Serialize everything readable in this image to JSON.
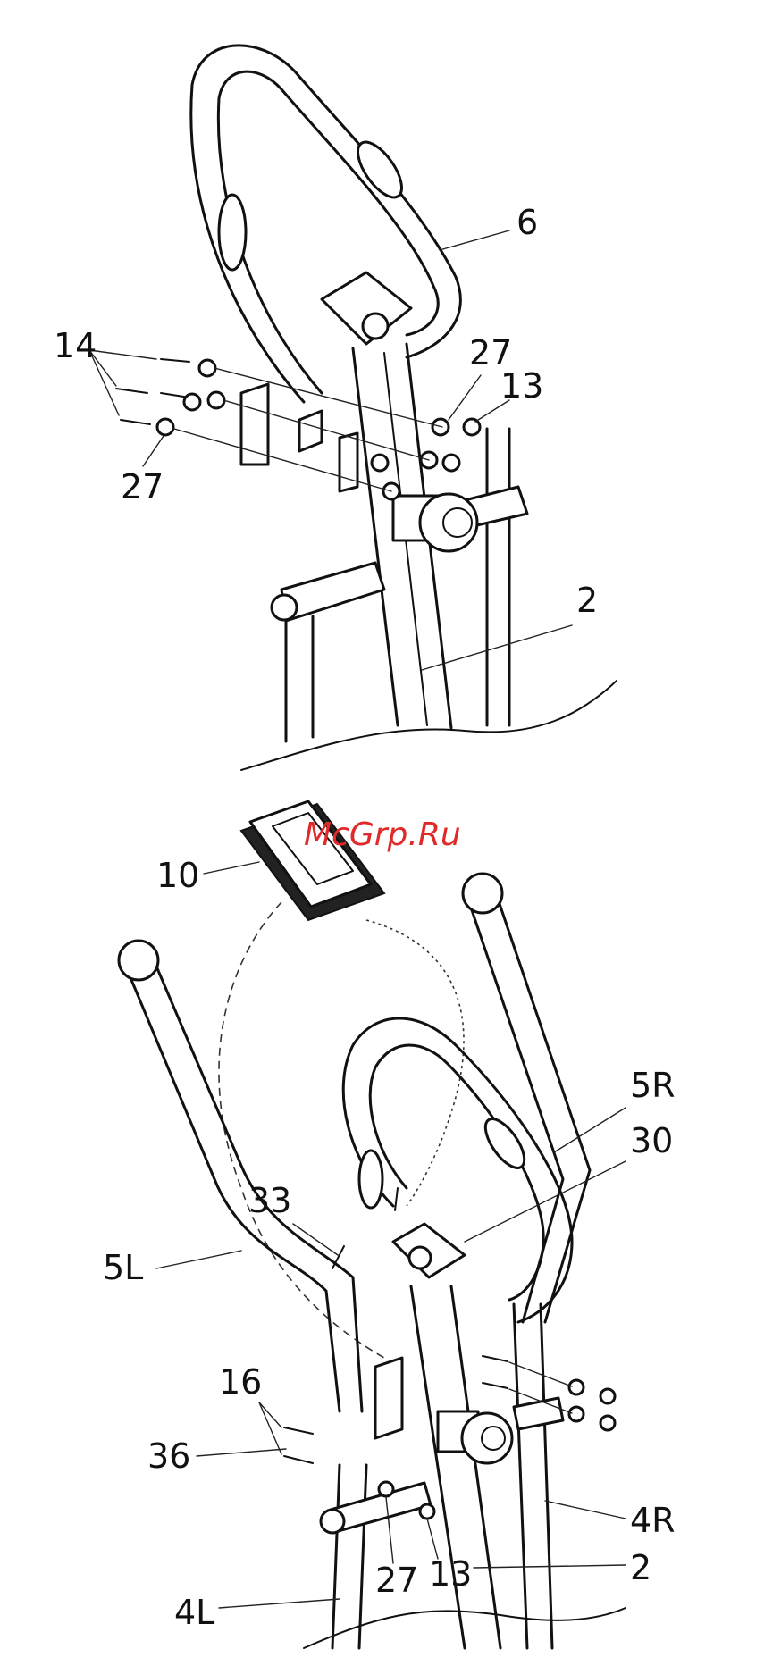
{
  "watermark": "McGrp.Ru",
  "figure_top": {
    "labels": {
      "p6": "6",
      "p14": "14",
      "p27a": "27",
      "p13": "13",
      "p27b": "27",
      "p2": "2"
    }
  },
  "figure_bottom": {
    "labels": {
      "p10": "10",
      "p5R": "5R",
      "p30": "30",
      "p33": "33",
      "p5L": "5L",
      "p16": "16",
      "p36": "36",
      "p4R": "4R",
      "p27": "27",
      "p13": "13",
      "p2": "2",
      "p4L": "4L"
    }
  }
}
